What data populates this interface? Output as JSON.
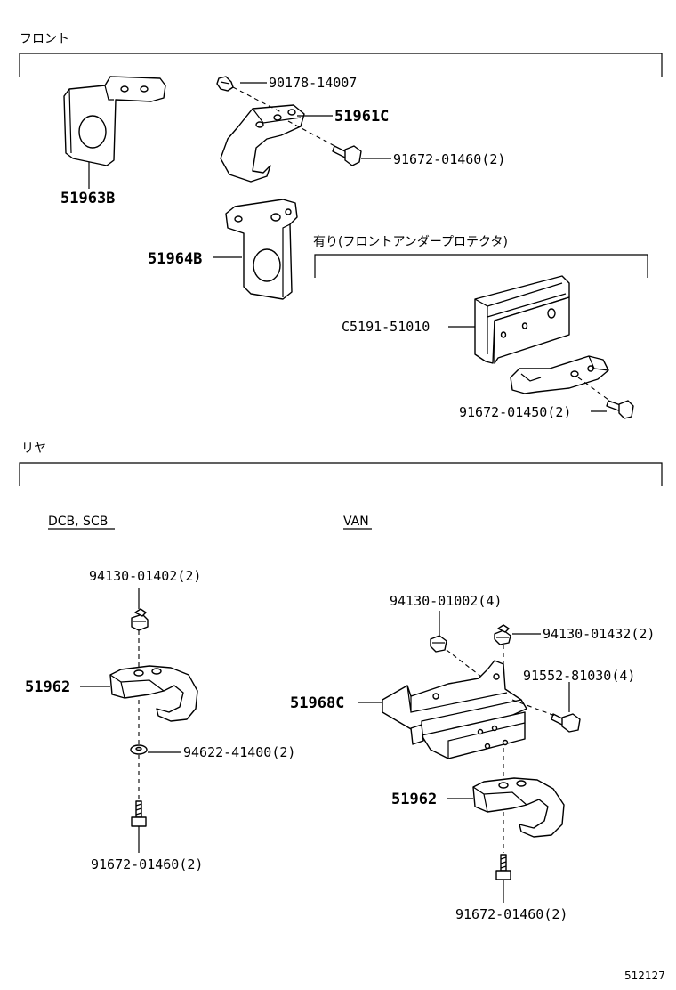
{
  "sections": {
    "front": "フロント",
    "rear": "リヤ",
    "option": "有り(フロントアンダープロテクタ)"
  },
  "variants": {
    "dcb_scb": "DCB, SCB",
    "van": "VAN"
  },
  "front_parts": {
    "p51963b": "51963B",
    "p51964b": "51964B",
    "p90178": "90178-14007",
    "p51961c": "51961C",
    "p91672_1460": "91672-01460(2)",
    "pc5191": "C5191-51010",
    "p91672_1450": "91672-01450(2)"
  },
  "rear_left_parts": {
    "p94130_1402": "94130-01402(2)",
    "p51962": "51962",
    "p94622": "94622-41400(2)",
    "p91672_1460": "91672-01460(2)"
  },
  "rear_right_parts": {
    "p94130_1002": "94130-01002(4)",
    "p94130_1432": "94130-01432(2)",
    "p91552": "91552-81030(4)",
    "p51968c": "51968C",
    "p51962": "51962",
    "p91672_1460": "91672-01460(2)"
  },
  "diagram_id": "512127"
}
